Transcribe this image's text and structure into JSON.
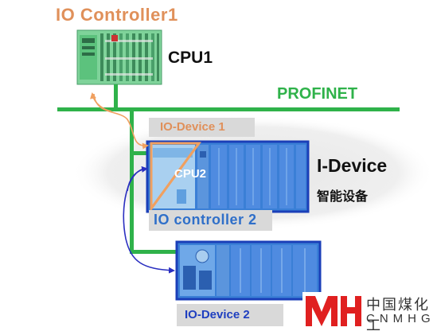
{
  "labels": {
    "io_controller1": "IO Controller1",
    "cpu1": "CPU1",
    "profinet": "PROFINET",
    "io_device1": "IO-Device 1",
    "cpu2": "CPU2",
    "i_device": "I-Device",
    "i_device_cn": "智能设备",
    "io_controller2": "IO controller  2",
    "io_device2": "IO-Device 2"
  },
  "logo": {
    "cn": "中国煤化工",
    "en": "CNMHG"
  },
  "colors": {
    "profinet_line": "#2fb24a",
    "io_device_arrow": "#f0a060",
    "io_controller_arrow": "#2a2fc0",
    "module_blue": "#2f6fc9",
    "logo_red": "#e02020"
  },
  "icons": {
    "cpu1": "plc-cpu-module-icon",
    "cpu2": "plc-cpu-rack-icon",
    "io_device2": "distributed-io-station-icon"
  }
}
